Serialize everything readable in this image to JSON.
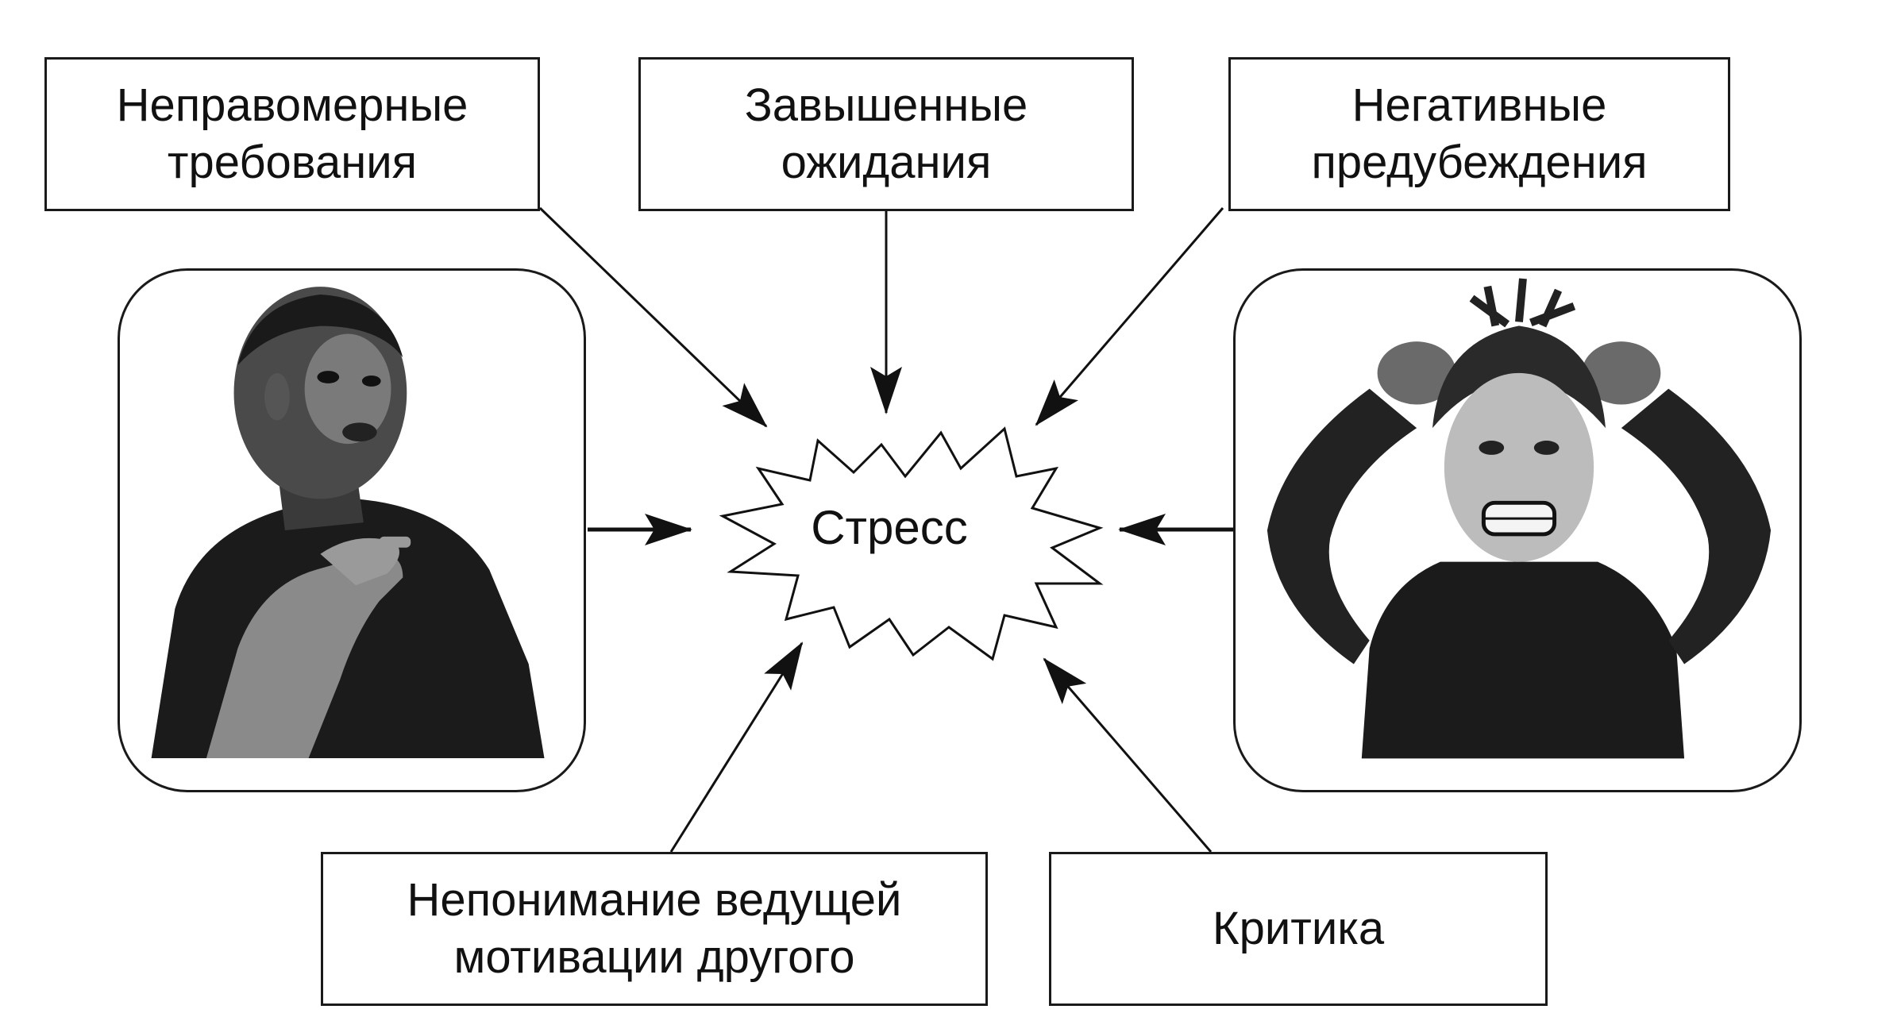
{
  "diagram": {
    "center": {
      "label": "Стресс"
    },
    "factors": {
      "top_left": "Неправомерные\nтребования",
      "top_center": "Завышенные\nожидания",
      "top_right": "Негативные\nпредубеждения",
      "bottom_left": "Непонимание ведущей\nмотивации другого",
      "bottom_right": "Критика"
    },
    "illustrations": {
      "left": "man-pointing-icon",
      "right": "stressed-woman-icon"
    },
    "colors": {
      "ink": "#111111",
      "background": "#ffffff"
    }
  }
}
